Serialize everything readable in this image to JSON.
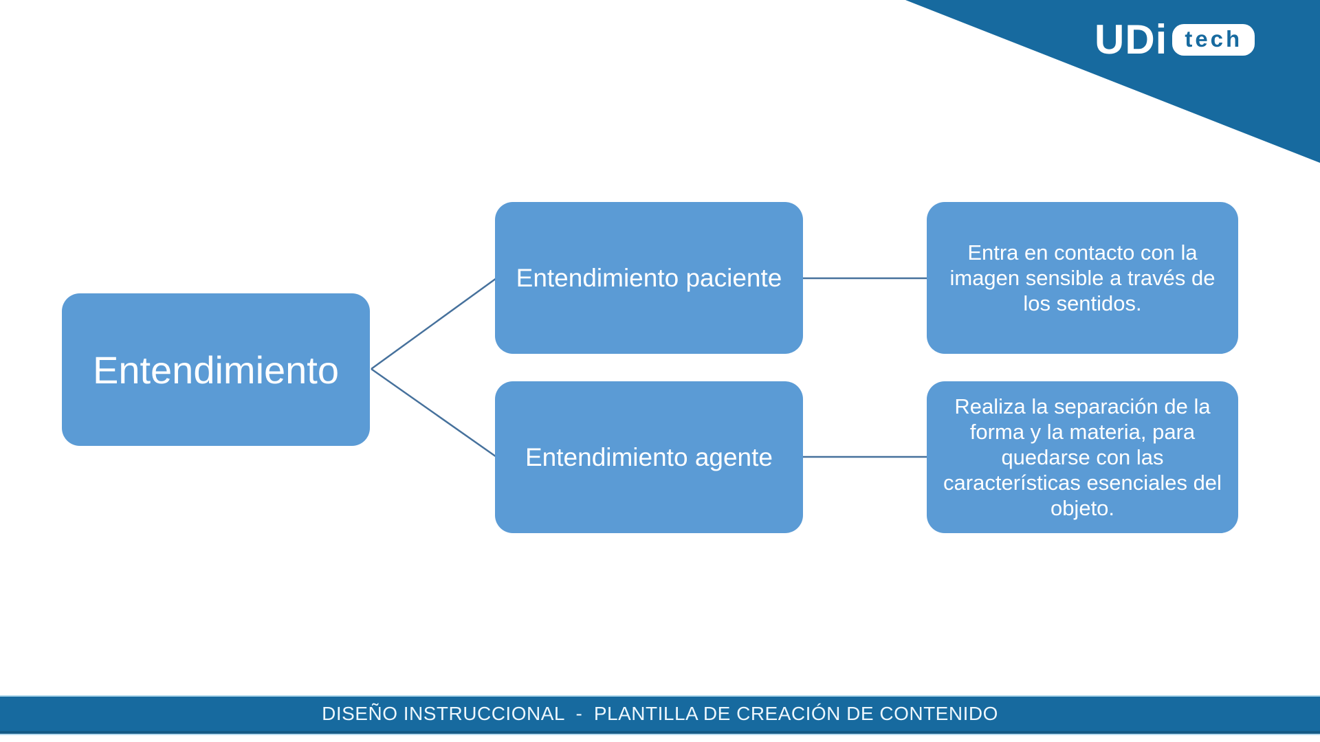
{
  "logo": {
    "brand": "UDi",
    "badge": "tech"
  },
  "diagram": {
    "root_label": "Entendimiento",
    "branches": [
      {
        "label": "Entendimiento paciente",
        "description": "Entra en contacto con la imagen sensible a través de los sentidos."
      },
      {
        "label": "Entendimiento agente",
        "description": "Realiza la separación de la forma y la materia, para quedarse con las características esenciales del objeto."
      }
    ]
  },
  "footer": {
    "text": "DISEÑO INSTRUCCIONAL  -  PLANTILLA DE CREACIÓN DE CONTENIDO"
  },
  "colors": {
    "node_fill": "#5B9BD5",
    "accent_dark": "#176A9F",
    "connector": "#46719C",
    "footer_text": "#EDF7FD"
  }
}
